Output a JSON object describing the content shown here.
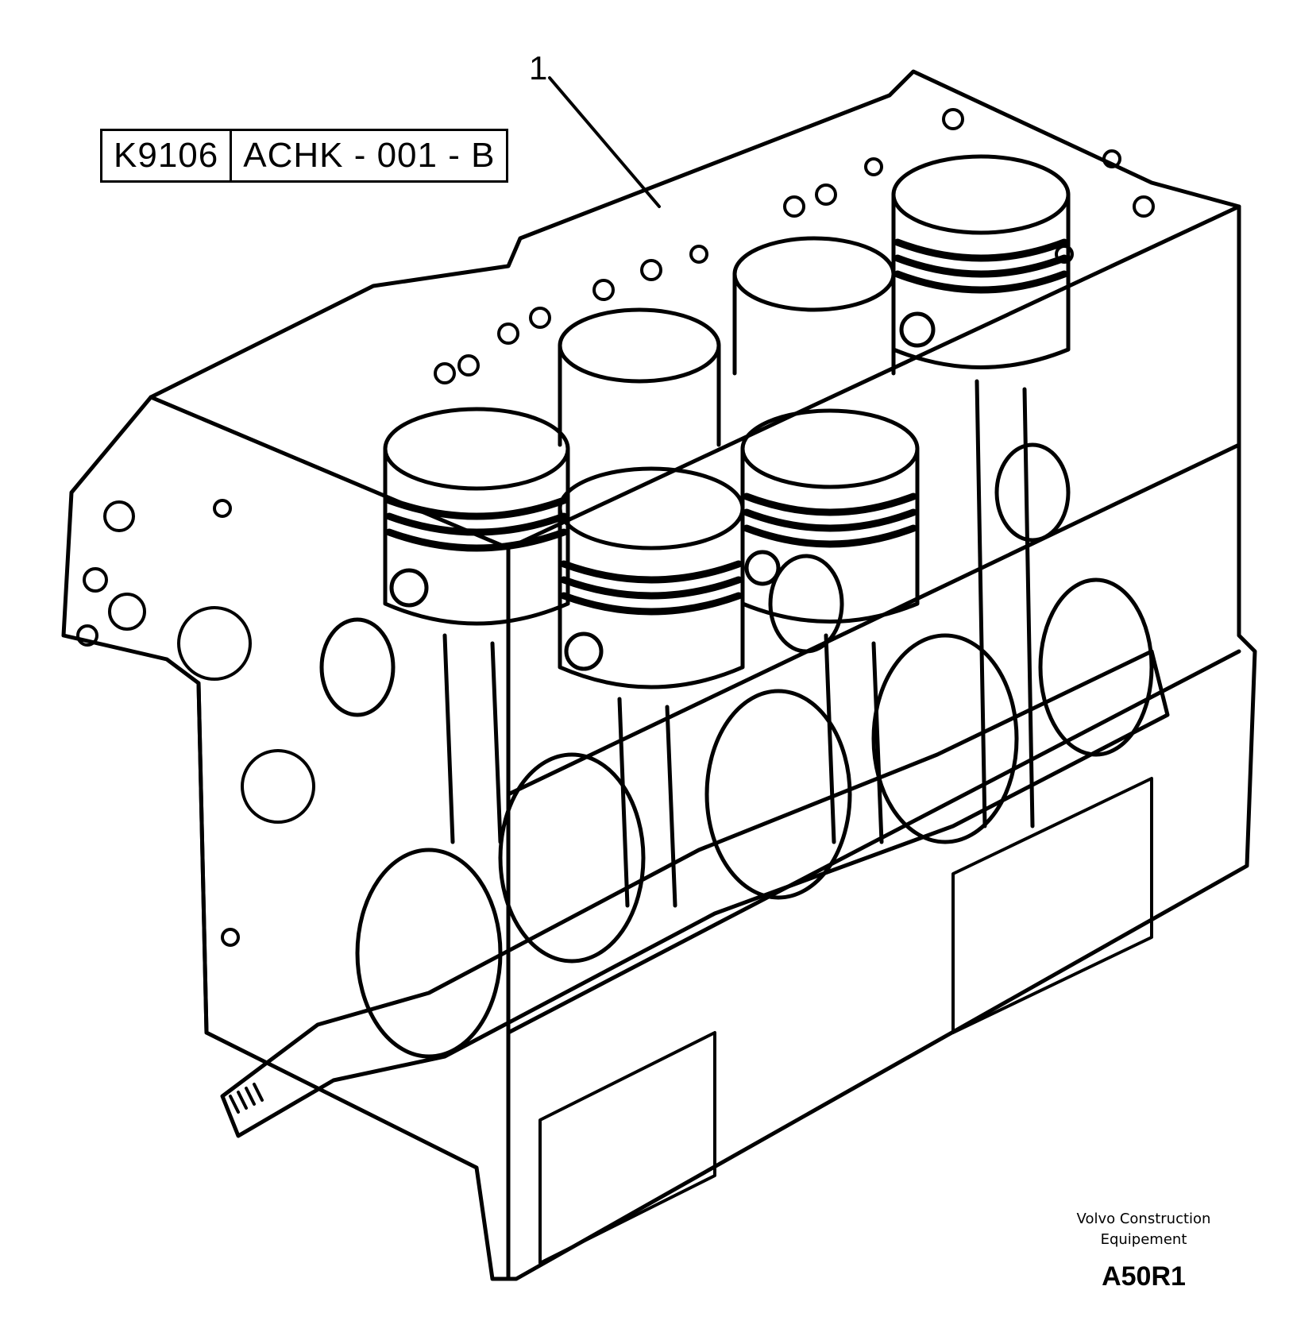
{
  "reference": {
    "left": "K9106",
    "right": "ACHK - 001 - B"
  },
  "callouts": [
    {
      "number": "1"
    }
  ],
  "credit": {
    "line1": "Volvo Construction",
    "line2": "Equipement"
  },
  "figure_code": "A50R1",
  "colors": {
    "ink": "#000000",
    "paper": "#ffffff"
  }
}
